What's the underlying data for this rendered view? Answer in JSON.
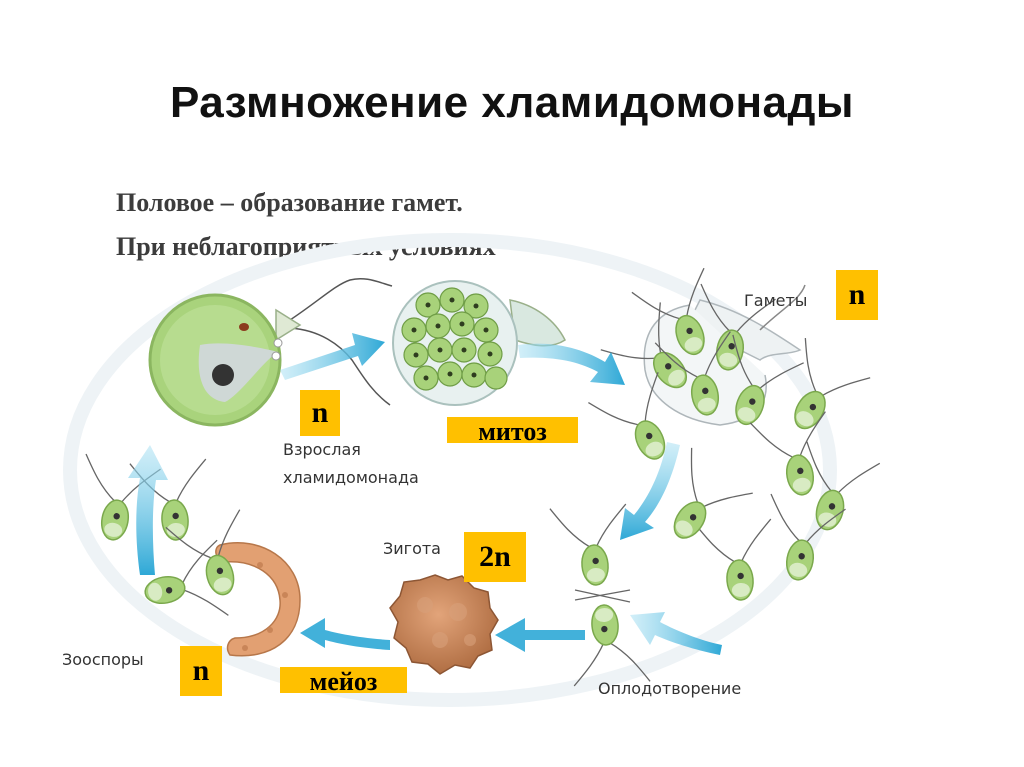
{
  "slide": {
    "title": "Размножение хламидомонады",
    "subtitle_line1": "Половое – образование гамет.",
    "subtitle_line2": "При неблагоприятных условиях"
  },
  "labels": {
    "adult_line1": "Взрослая",
    "adult_line2": "хламидомонада",
    "gametes": "Гаметы",
    "zygote": "Зигота",
    "zoospores": "Зооспоры",
    "fertilization": "Оплодотворение"
  },
  "tags": {
    "gametes_ploidy": "n",
    "adult_ploidy": "n",
    "mitosis": "митоз",
    "zygote_ploidy": "2n",
    "zoospores_ploidy": "n",
    "meiosis": "мейоз"
  },
  "colors": {
    "cell_fill": "#a8d27a",
    "cell_stroke": "#7aa84c",
    "arrow": "#3ab0d8",
    "tag_background": "#ffc000",
    "zygote": "#c9855a"
  }
}
